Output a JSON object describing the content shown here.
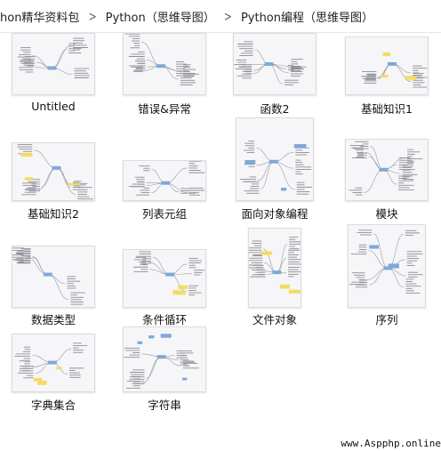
{
  "breadcrumb": {
    "items": [
      "hon精华资料包",
      "Python（思维导图）",
      "Python编程（思维导图）"
    ],
    "separator": ">"
  },
  "files": [
    {
      "name": "Untitled",
      "variant": "wide"
    },
    {
      "name": "错误&异常",
      "variant": "wide"
    },
    {
      "name": "函数2",
      "variant": "wide"
    },
    {
      "name": "基础知识1",
      "variant": "wide-yellow"
    },
    {
      "name": "基础知识2",
      "variant": "wide-yellow"
    },
    {
      "name": "列表元组",
      "variant": "flat"
    },
    {
      "name": "面向对象编程",
      "variant": "tall-blue"
    },
    {
      "name": "模块",
      "variant": "wide"
    },
    {
      "name": "数据类型",
      "variant": "wide"
    },
    {
      "name": "条件循环",
      "variant": "wide-yellow"
    },
    {
      "name": "文件对象",
      "variant": "tall-yellow"
    },
    {
      "name": "序列",
      "variant": "tall-blue"
    },
    {
      "name": "字典集合",
      "variant": "wide-yellow"
    },
    {
      "name": "字符串",
      "variant": "wide-blue"
    }
  ],
  "watermark": "www.Aspphp.online",
  "colors": {
    "accent_blue": "#7fa8d8",
    "accent_yellow": "#f3dc63",
    "line_gray": "#9a9aa4"
  }
}
